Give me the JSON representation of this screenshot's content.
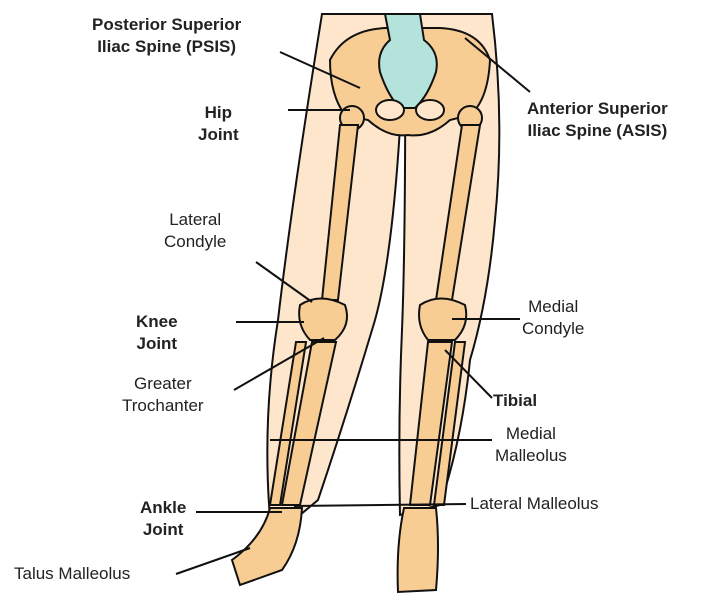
{
  "colors": {
    "skin": "#fde6cc",
    "bone": "#f8cd94",
    "spine": "#b4e3dc",
    "outline": "#111111"
  },
  "labels": {
    "psis": [
      "Posterior Superior",
      "Iliac Spine (PSIS)"
    ],
    "asis": [
      "Anterior Superior",
      "Iliac Spine (ASIS)"
    ],
    "hip": [
      "Hip",
      "Joint"
    ],
    "lateral_condyle": [
      "Lateral",
      "Condyle"
    ],
    "medial_condyle": [
      "Medial",
      "Condyle"
    ],
    "knee": [
      "Knee",
      "Joint"
    ],
    "greater_trochanter": [
      "Greater",
      "Trochanter"
    ],
    "tibial": "Tibial",
    "medial_malleolus": [
      "Medial",
      "Malleolus"
    ],
    "ankle": [
      "Ankle",
      "Joint"
    ],
    "lateral_malleolus": "Lateral Malleolus",
    "talus_malleolus": "Talus Malleolus"
  }
}
